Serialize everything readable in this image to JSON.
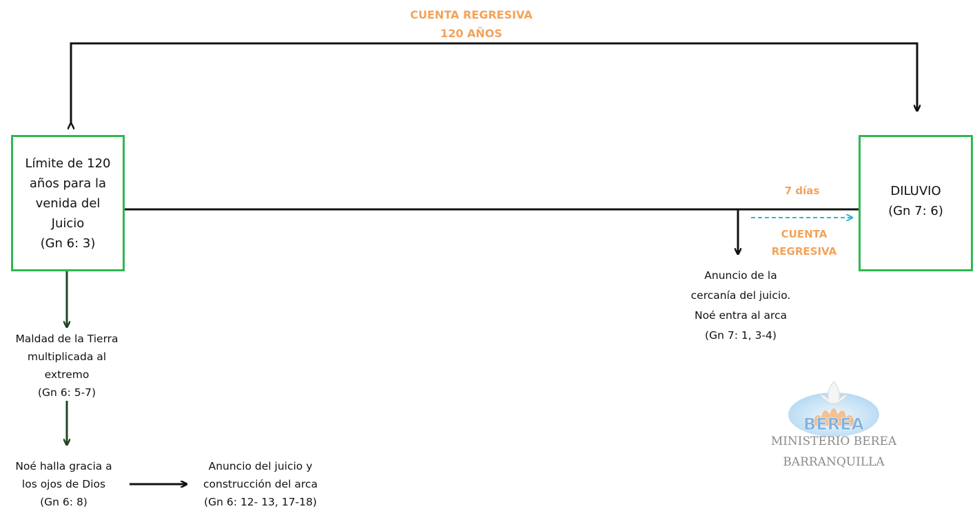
{
  "title": {
    "line1": "CUENTA REGRESIVA",
    "line2": "120 AÑOS"
  },
  "boxes": {
    "limit": {
      "lines": [
        "Límite de 120",
        "años para la",
        "venida del",
        "Juicio",
        "(Gn 6: 3)"
      ]
    },
    "flood": {
      "lines": [
        "DILUVIO",
        "(Gn 7: 6)"
      ]
    }
  },
  "nodes": {
    "wickedness": {
      "lines": [
        "Maldad de la Tierra",
        "multiplicada al",
        "extremo",
        "(Gn 6: 5-7)"
      ]
    },
    "grace": {
      "lines": [
        "Noé halla gracia a",
        "los ojos de Dios",
        "(Gn 6: 8)"
      ]
    },
    "ark": {
      "lines": [
        "Anuncio del juicio y",
        "construcción del arca",
        "(Gn 6: 12- 13, 17-18)"
      ]
    },
    "announcement": {
      "lines": [
        "Anuncio de la",
        "cercanía del juicio.",
        "Noé entra al arca",
        "(Gn 7: 1, 3-4)"
      ]
    }
  },
  "countdown_short": {
    "days": "7 días",
    "line1": "CUENTA",
    "line2": "REGRESIVA"
  },
  "logo": {
    "name": "BEREA",
    "line1": "MINISTERIO BEREA",
    "line2": "BARRANQUILLA"
  },
  "colors": {
    "accent_orange": "#f4a259",
    "box_border": "#2db851",
    "arrow_dark_green": "#1e4620",
    "dashed_cyan": "#2bb8d6"
  }
}
